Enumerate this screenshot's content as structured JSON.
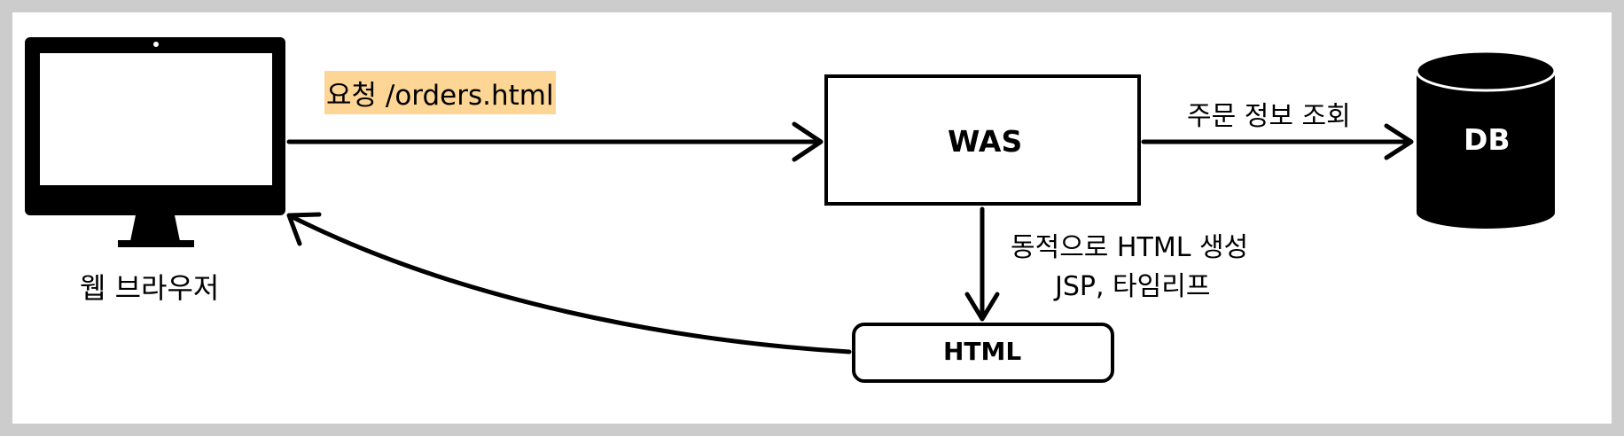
{
  "browser": {
    "label": "웹 브라우저"
  },
  "request": {
    "label": "요청 /orders.html",
    "highlight_color": "#fdd594"
  },
  "was": {
    "label": "WAS"
  },
  "db": {
    "label": "DB"
  },
  "query": {
    "label": "주문 정보 조회"
  },
  "generate": {
    "line1": "동적으로 HTML 생성",
    "line2": "JSP, 타임리프"
  },
  "html_node": {
    "label": "HTML"
  },
  "colors": {
    "background": "#cccccc",
    "canvas": "#ffffff",
    "ink": "#000000"
  }
}
